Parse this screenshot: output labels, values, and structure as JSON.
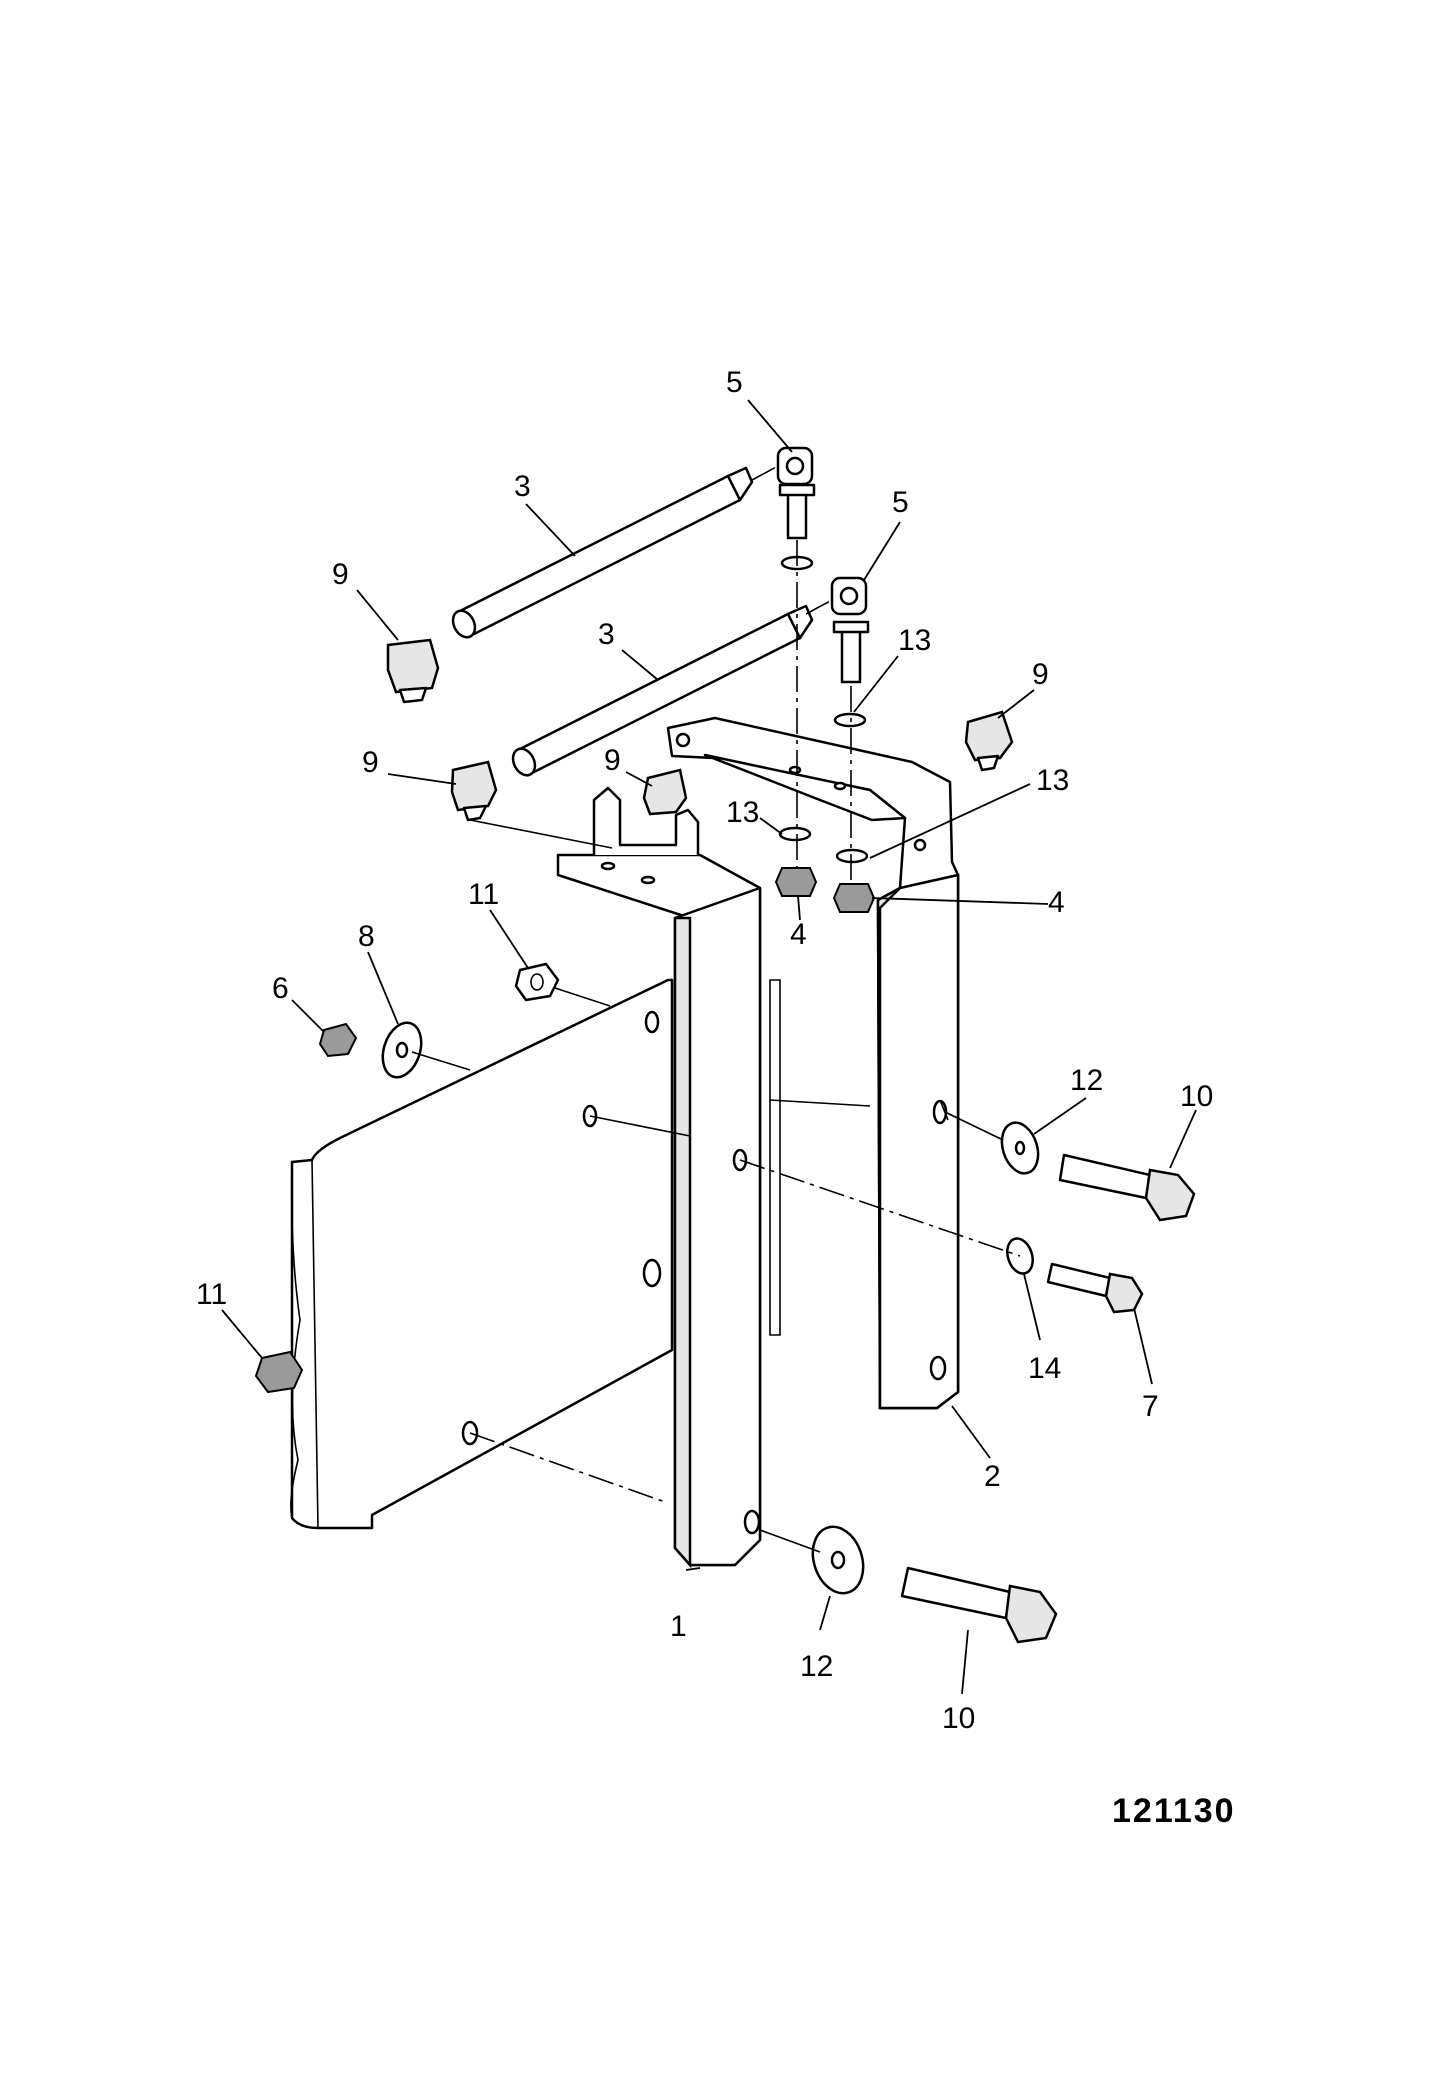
{
  "figure_number": "121130",
  "callouts": {
    "c1": "1",
    "c2": "2",
    "c3a": "3",
    "c3b": "3",
    "c4a": "4",
    "c4b": "4",
    "c5a": "5",
    "c5b": "5",
    "c6": "6",
    "c7": "7",
    "c8": "8",
    "c9a": "9",
    "c9b": "9",
    "c9c": "9",
    "c9d": "9",
    "c10a": "10",
    "c10b": "10",
    "c11a": "11",
    "c11b": "11",
    "c12a": "12",
    "c12b": "12",
    "c13a": "13",
    "c13b": "13",
    "c13c": "13",
    "c14": "14"
  }
}
